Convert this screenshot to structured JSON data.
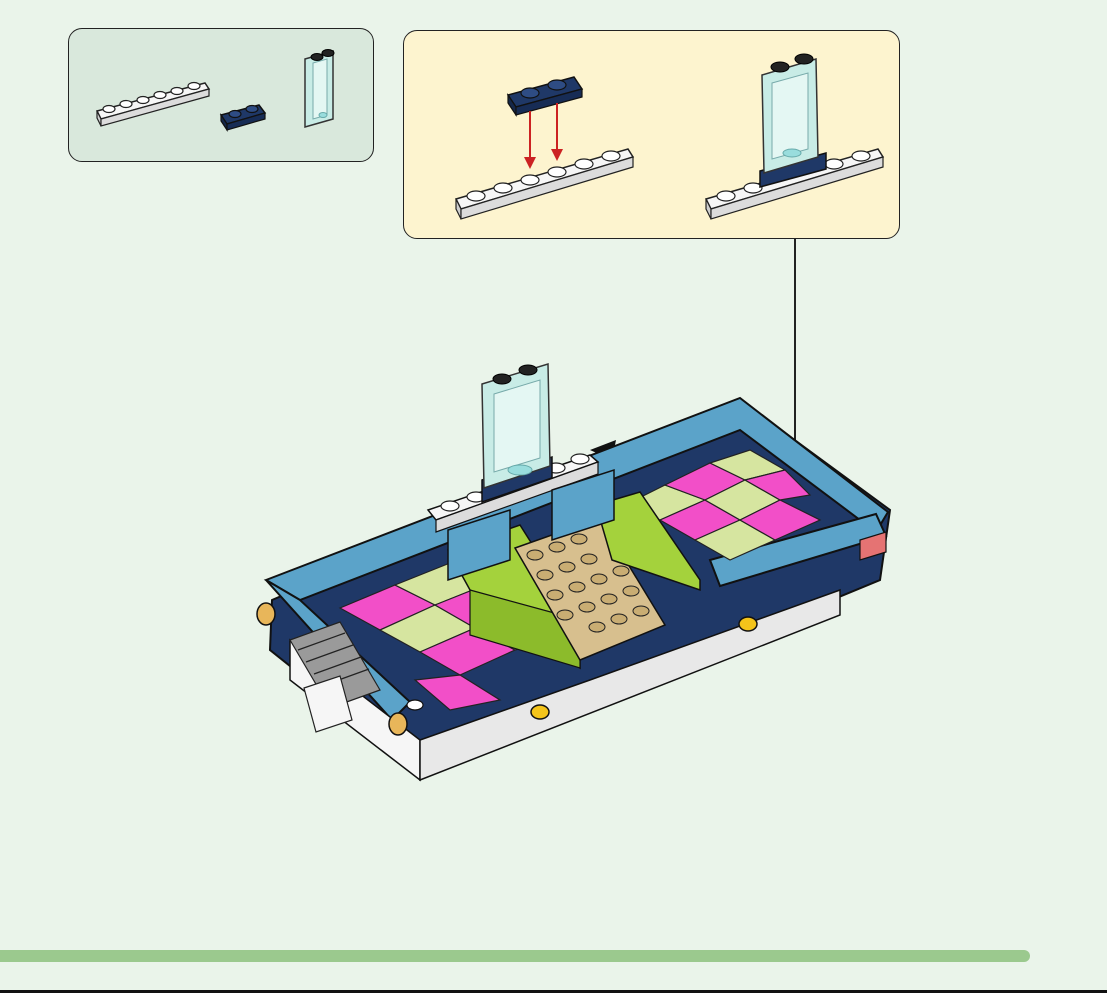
{
  "colors": {
    "background": "#eaf4ea",
    "parts_panel": "#d9e8dc",
    "subassembly_panel": "#fdf4cf",
    "progress_bar": "#9bc98e",
    "dark_blue": "#1f3867",
    "medium_blue": "#5ba3c9",
    "trans_clear": "#c8ece6",
    "magenta": "#f24fc8",
    "lime": "#a4d23c",
    "yellowish_green": "#d6e5a0",
    "tan": "#d7bf8e",
    "white": "#f6f6f6",
    "arrow_red": "#cc2222",
    "pearl_gold": "#e8b65a"
  },
  "parts": [
    {
      "name": "plate-1x6",
      "color": "white",
      "quantity": 1
    },
    {
      "name": "plate-1x2",
      "color": "dark_blue",
      "quantity": 1
    },
    {
      "name": "panel-1x2x3",
      "color": "trans_clear",
      "quantity": 1
    }
  ],
  "icons": {
    "callout_arrow": "callout-arrow-icon",
    "press_arrow": "press-down-arrow-icon"
  },
  "build_progress": {
    "fraction": 0.93
  }
}
